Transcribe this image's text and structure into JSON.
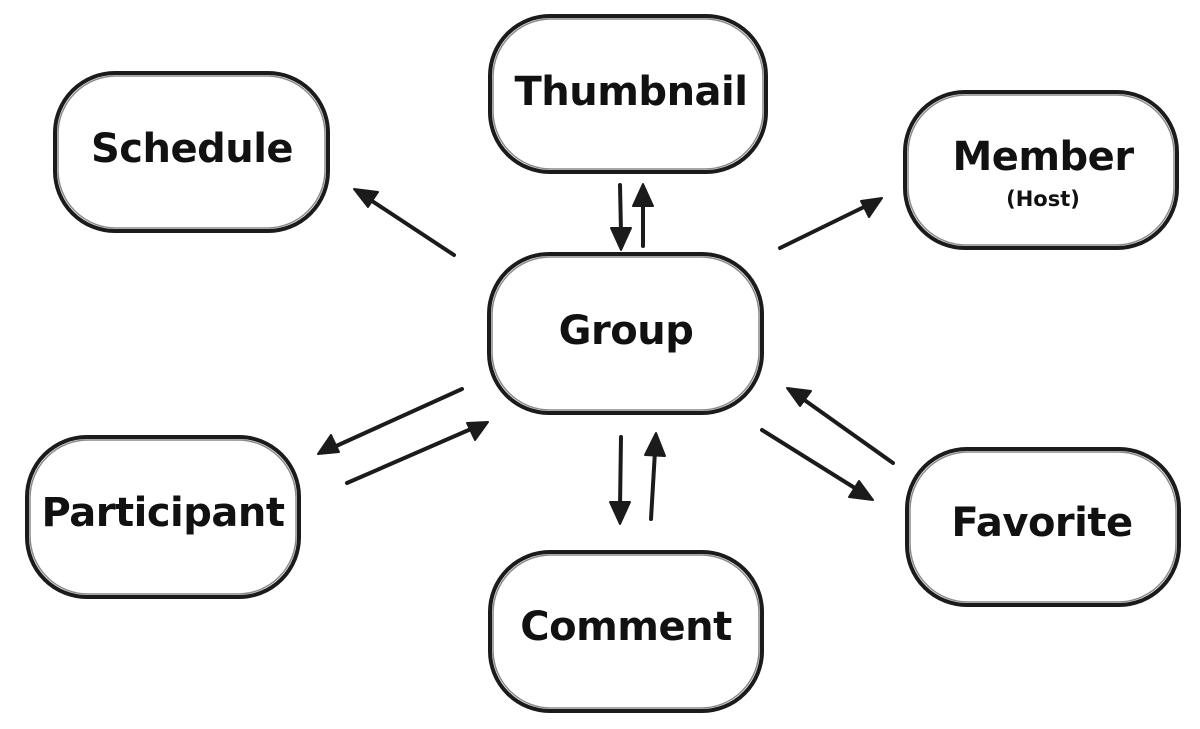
{
  "diagram": {
    "stroke_color": "#1b1b1b",
    "background": "#ffffff",
    "nodes": {
      "thumbnail": {
        "label": "Thumbnail"
      },
      "schedule": {
        "label": "Schedule"
      },
      "member": {
        "label": "Member",
        "sublabel": "(Host)"
      },
      "group": {
        "label": "Group"
      },
      "participant": {
        "label": "Participant"
      },
      "favorite": {
        "label": "Favorite"
      },
      "comment": {
        "label": "Comment"
      }
    },
    "edges": [
      {
        "from": "thumbnail",
        "to": "group"
      },
      {
        "from": "group",
        "to": "thumbnail"
      },
      {
        "from": "group",
        "to": "schedule"
      },
      {
        "from": "group",
        "to": "member"
      },
      {
        "from": "group",
        "to": "participant"
      },
      {
        "from": "participant",
        "to": "group"
      },
      {
        "from": "favorite",
        "to": "group"
      },
      {
        "from": "group",
        "to": "favorite"
      },
      {
        "from": "group",
        "to": "comment"
      },
      {
        "from": "comment",
        "to": "group"
      }
    ]
  }
}
